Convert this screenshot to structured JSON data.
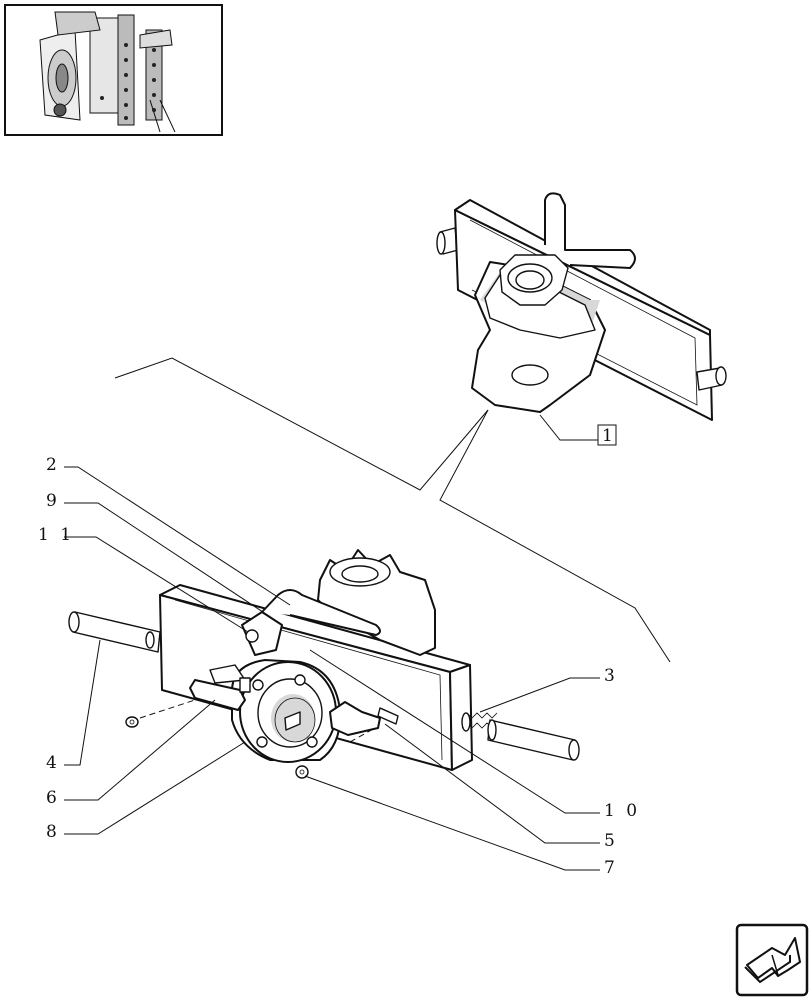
{
  "diagram": {
    "assembly_ref_label": "1",
    "callouts": [
      {
        "id": "c2",
        "text": "2"
      },
      {
        "id": "c9",
        "text": "9"
      },
      {
        "id": "c11",
        "text": "1 1"
      },
      {
        "id": "c4",
        "text": "4"
      },
      {
        "id": "c6",
        "text": "6"
      },
      {
        "id": "c8",
        "text": "8"
      },
      {
        "id": "c3",
        "text": "3"
      },
      {
        "id": "c10",
        "text": "1 0"
      },
      {
        "id": "c5",
        "text": "5"
      },
      {
        "id": "c7",
        "text": "7"
      }
    ]
  },
  "icons": {
    "thumbnail": "tractor-location-thumbnail",
    "nav": "next-page-arrow-icon"
  }
}
